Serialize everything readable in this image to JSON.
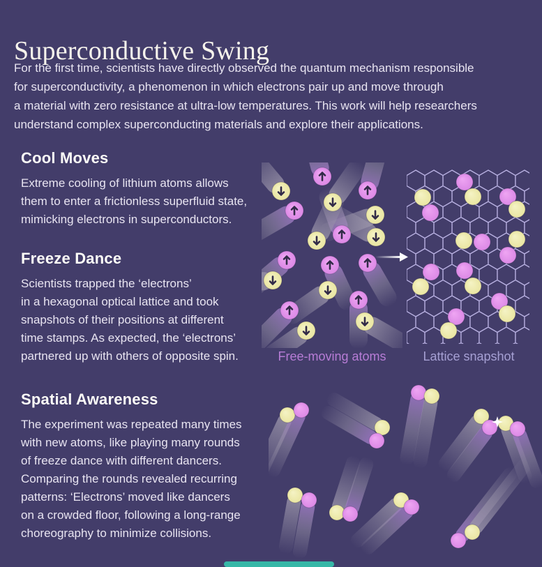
{
  "title": "Superconductive Swing",
  "intro_lines": [
    "For the first time, scientists have directly observed the quantum mechanism responsible",
    "for superconductivity, a phenomenon in which electrons pair up and move through",
    "a material with zero resistance at ultra-low temperatures. This work will help researchers",
    "understand complex superconducting materials and explore their applications."
  ],
  "sections": [
    {
      "heading": "Cool Moves",
      "body_lines": [
        "Extreme cooling of lithium atoms allows",
        "them to enter a frictionless superfluid state,",
        "mimicking electrons in superconductors."
      ]
    },
    {
      "heading": "Freeze Dance",
      "body_lines": [
        "Scientists trapped the ‘electrons’",
        "in a hexagonal optical lattice and took",
        "snapshots of their positions at different",
        "time stamps. As expected, the ‘electrons’",
        "partnered up with others of opposite spin."
      ]
    },
    {
      "heading": "Spatial Awareness",
      "body_lines": [
        "The experiment was repeated many times",
        "with new atoms, like playing many rounds",
        "of freeze dance with different dancers.",
        "Comparing the rounds revealed recurring",
        "patterns: ‘Electrons’ moved like dancers",
        "on a crowded floor, following a long-range",
        "choreography to minimize collisions."
      ]
    }
  ],
  "captions": {
    "free_atoms": "Free-moving atoms",
    "lattice": "Lattice snapshot"
  },
  "colors": {
    "background": "#433d6a",
    "title_text": "#f6f3ec",
    "body_text": "#e8e4f1",
    "heading_text": "#fcfbf7",
    "caption_pink": "#b77cd6",
    "caption_lavender": "#a6a0d4",
    "atom_pink": "#dc89e6",
    "atom_pink_highlight": "#efa6f3",
    "atom_yellow": "#eae6a2",
    "atom_yellow_highlight": "#f5f3c6",
    "spin_arrow": "#322b48",
    "trail_purple": "#9b70c6",
    "trail_gray": "#9c96ab",
    "hex_stroke": "#b9b1e2",
    "white": "#ffffff",
    "teal_bar": "#36b7a7"
  },
  "illustrations": {
    "free_atoms": {
      "atom_radius": 13,
      "trail_width": 26,
      "atoms": [
        [
          87,
          20,
          "p",
          255,
          70
        ],
        [
          28,
          41,
          "y",
          230,
          75
        ],
        [
          152,
          40,
          "p",
          285,
          70
        ],
        [
          102,
          57,
          "y",
          305,
          70
        ],
        [
          47,
          69,
          "p",
          150,
          80
        ],
        [
          163,
          75,
          "y",
          160,
          85
        ],
        [
          115,
          103,
          "p",
          250,
          70
        ],
        [
          79,
          112,
          "y",
          295,
          75
        ],
        [
          164,
          107,
          "y",
          210,
          80
        ],
        [
          36,
          140,
          "p",
          140,
          75
        ],
        [
          98,
          147,
          "p",
          65,
          70
        ],
        [
          152,
          144,
          "p",
          60,
          70
        ],
        [
          16,
          169,
          "y",
          175,
          70
        ],
        [
          95,
          183,
          "y",
          145,
          75
        ],
        [
          139,
          197,
          "p",
          90,
          70
        ],
        [
          40,
          212,
          "p",
          135,
          80
        ],
        [
          64,
          241,
          "y",
          145,
          70
        ],
        [
          148,
          228,
          "y",
          30,
          75
        ]
      ]
    },
    "lattice": {
      "hex_radius": 15,
      "cols": 7,
      "rows": 11,
      "circle_radius": 12,
      "circles": [
        [
          83,
          18,
          "p"
        ],
        [
          23,
          40,
          "y"
        ],
        [
          95,
          39,
          "y"
        ],
        [
          145,
          39,
          "p"
        ],
        [
          34,
          62,
          "p"
        ],
        [
          158,
          57,
          "y"
        ],
        [
          82,
          102,
          "y"
        ],
        [
          108,
          104,
          "p"
        ],
        [
          158,
          100,
          "y"
        ],
        [
          145,
          123,
          "p"
        ],
        [
          35,
          147,
          "p"
        ],
        [
          83,
          145,
          "p"
        ],
        [
          20,
          168,
          "y"
        ],
        [
          95,
          167,
          "y"
        ],
        [
          133,
          189,
          "p"
        ],
        [
          144,
          207,
          "y"
        ],
        [
          71,
          211,
          "p"
        ],
        [
          60,
          231,
          "y"
        ]
      ]
    },
    "pairs": {
      "atom_radius": 11,
      "trail_width": 20,
      "sparkle": [
        328,
        57
      ],
      "pairs": [
        {
          "angle": 115,
          "len": 105,
          "atoms": [
            [
              27,
              47,
              "y"
            ],
            [
              47,
              40,
              "p"
            ]
          ]
        },
        {
          "angle": 210,
          "len": 90,
          "atoms": [
            [
              163,
              65,
              "y"
            ],
            [
              155,
              84,
              "p"
            ]
          ]
        },
        {
          "angle": 100,
          "len": 105,
          "atoms": [
            [
              215,
              15,
              "p"
            ],
            [
              234,
              20,
              "y"
            ]
          ]
        },
        {
          "angle": 127,
          "len": 95,
          "atoms": [
            [
              305,
              49,
              "y"
            ],
            [
              317,
              65,
              "p"
            ]
          ]
        },
        {
          "angle": 70,
          "len": 90,
          "atoms": [
            [
              340,
              59,
              "y"
            ],
            [
              357,
              67,
              "p"
            ]
          ]
        },
        {
          "angle": 100,
          "len": 85,
          "atoms": [
            [
              38,
              162,
              "y"
            ],
            [
              58,
              169,
              "p"
            ]
          ]
        },
        {
          "angle": 288,
          "len": 85,
          "atoms": [
            [
              98,
              187,
              "y"
            ],
            [
              117,
              189,
              "p"
            ]
          ]
        },
        {
          "angle": 137,
          "len": 95,
          "atoms": [
            [
              190,
              169,
              "y"
            ],
            [
              205,
              179,
              "p"
            ]
          ]
        },
        {
          "angle": 308,
          "len": 130,
          "atoms": [
            [
              272,
              227,
              "p"
            ],
            [
              292,
              215,
              "y"
            ]
          ]
        }
      ]
    }
  }
}
